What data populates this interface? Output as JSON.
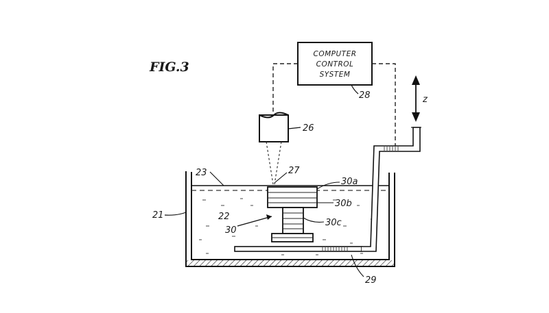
{
  "figure": {
    "title": "FIG.3"
  },
  "computer": {
    "lines": [
      "COMPUTER",
      "CONTROL",
      "SYSTEM"
    ],
    "ref": "28"
  },
  "light_source": {
    "ref": "26"
  },
  "beam_point": {
    "ref": "27"
  },
  "surface": {
    "ref": "23"
  },
  "vat": {
    "ref": "21"
  },
  "liquid": {
    "ref": "22"
  },
  "part": {
    "ref": "30",
    "layers": [
      "30a",
      "30b",
      "30c"
    ]
  },
  "platform": {
    "ref": "29"
  },
  "axis": {
    "label": "z"
  }
}
